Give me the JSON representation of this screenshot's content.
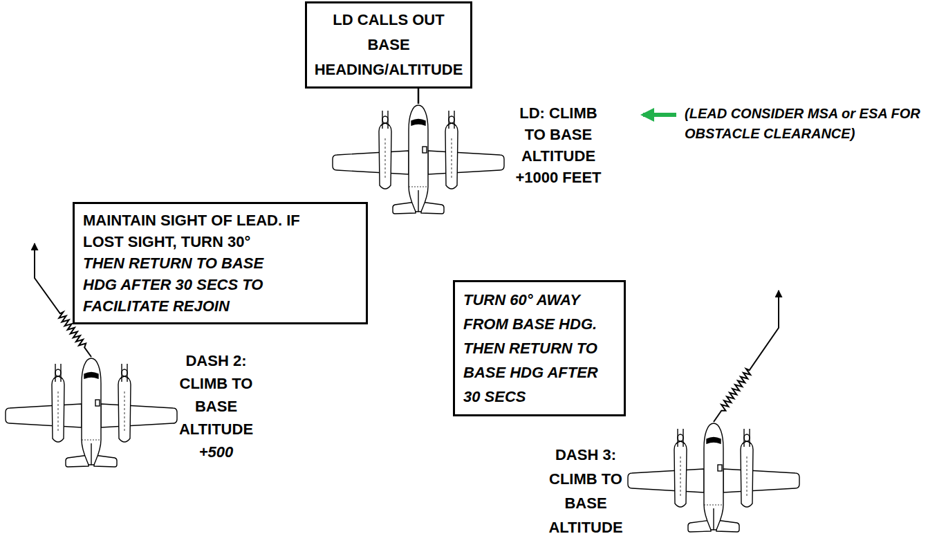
{
  "diagram": {
    "nodes": [
      {
        "text": [
          "LD CALLS OUT BASE HEADING/ALTITUDE"
        ]
      },
      {
        "text": [
          "MAINTAIN SIGHT OF LEAD. IF LOST SIGHT, TURN 30°",
          "THEN RETURN TO BASE HDG AFTER 30 SECS TO FACILITATE REJOIN"
        ]
      },
      {
        "text": [
          "TURN 60° AWAY FROM BASE HDG. THEN RETURN TO BASE HDG AFTER 30 SECS"
        ]
      }
    ],
    "labels": [
      "LD: CLIMB TO BASE ALTITUDE +1000 FEET",
      "(LEAD CONSIDER MSA or ESA FOR OBSTACLE CLEARANCE)",
      "DASH 2: CLIMB TO BASE ALTITUDE",
      "+500",
      "DASH 3: CLIMB TO BASE ALTITUDE"
    ]
  }
}
